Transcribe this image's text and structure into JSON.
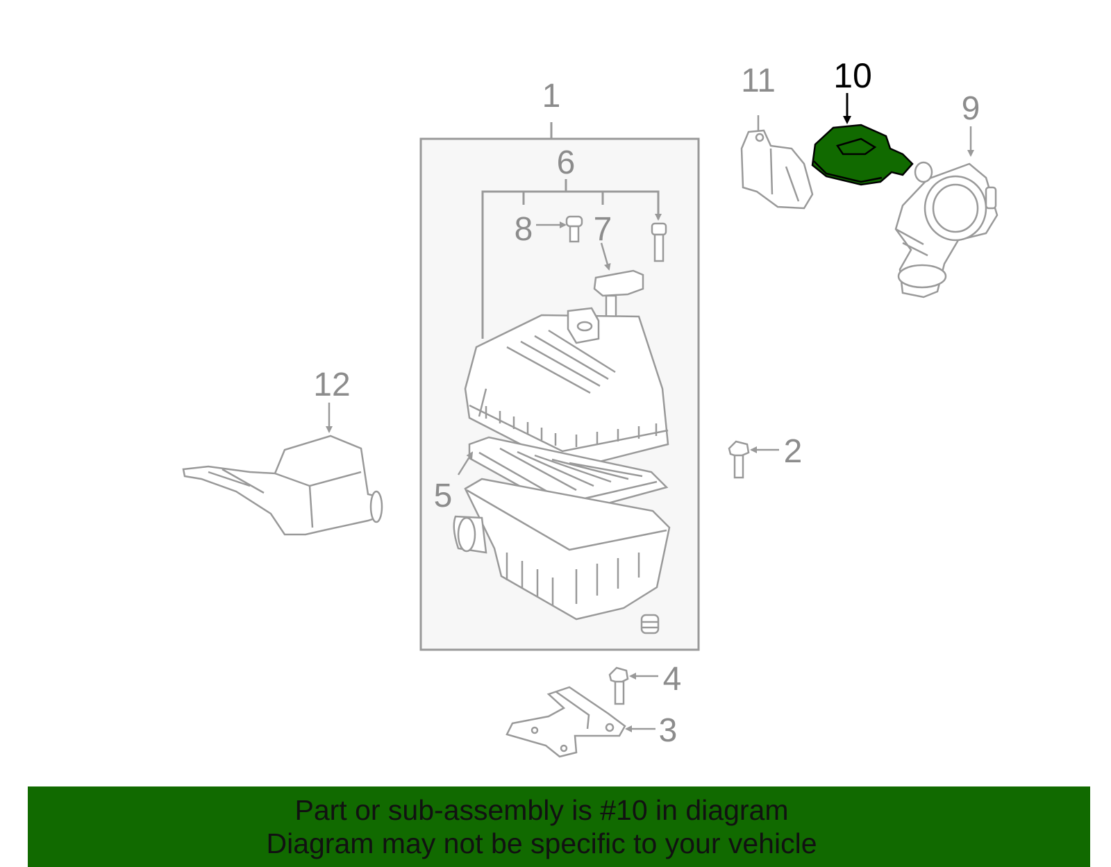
{
  "callouts": [
    {
      "id": "1",
      "label": "1",
      "highlighted": false
    },
    {
      "id": "2",
      "label": "2",
      "highlighted": false
    },
    {
      "id": "3",
      "label": "3",
      "highlighted": false
    },
    {
      "id": "4",
      "label": "4",
      "highlighted": false
    },
    {
      "id": "5",
      "label": "5",
      "highlighted": false
    },
    {
      "id": "6",
      "label": "6",
      "highlighted": false
    },
    {
      "id": "7",
      "label": "7",
      "highlighted": false
    },
    {
      "id": "8",
      "label": "8",
      "highlighted": false
    },
    {
      "id": "9",
      "label": "9",
      "highlighted": false
    },
    {
      "id": "10",
      "label": "10",
      "highlighted": true
    },
    {
      "id": "11",
      "label": "11",
      "highlighted": false
    },
    {
      "id": "12",
      "label": "12",
      "highlighted": false
    }
  ],
  "footer": {
    "line1": "Part or sub-assembly is #10 in diagram",
    "line2": "Diagram may not be specific to your vehicle"
  },
  "colors": {
    "part_stroke": "#999999",
    "label": "#8c8c8c",
    "highlight_fill": "#116a00",
    "footer_bg": "#116a00",
    "footer_text": "#111111",
    "highlight_label": "#000000"
  }
}
